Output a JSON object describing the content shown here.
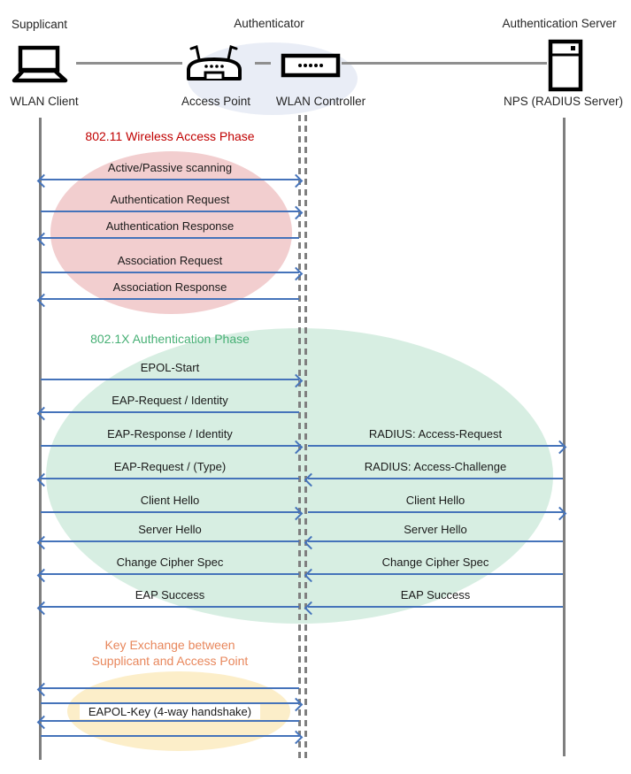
{
  "header": {
    "roles": [
      {
        "label": "Supplicant"
      },
      {
        "label": "Authenticator"
      },
      {
        "label": "Authentication Server"
      }
    ],
    "actors": [
      {
        "label": "WLAN Client",
        "icon": "laptop-icon"
      },
      {
        "label": "Access Point",
        "icon": "access-point-icon"
      },
      {
        "label": "WLAN Controller",
        "icon": "wlan-controller-icon"
      },
      {
        "label": "NPS (RADIUS Server)",
        "icon": "server-icon"
      }
    ]
  },
  "colors": {
    "arrow": "#4573BA",
    "lifeline": "#7F7F7F",
    "phase1_title": "#C00000",
    "phase1_ellipse": "#F2CECF",
    "phase2_title": "#47B075",
    "phase2_ellipse": "#D7EEE2",
    "phase3_title": "#E8875C",
    "phase3_ellipse": "#FCEEC9",
    "authenticator_ellipse": "#E9EDF6"
  },
  "phases": [
    {
      "title": "802.11 Wireless Access Phase",
      "messages": [
        {
          "label": "Active/Passive scanning",
          "direction": "both",
          "segment": "client-controller"
        },
        {
          "label": "Authentication Request",
          "direction": "right",
          "segment": "client-controller"
        },
        {
          "label": "Authentication Response",
          "direction": "left",
          "segment": "client-controller"
        },
        {
          "label": "Association Request",
          "direction": "right",
          "segment": "client-controller"
        },
        {
          "label": "Association Response",
          "direction": "left",
          "segment": "client-controller"
        }
      ]
    },
    {
      "title": "802.1X Authentication Phase",
      "messages": [
        {
          "label": "EPOL-Start",
          "direction": "right",
          "segment": "client-controller"
        },
        {
          "label": "EAP-Request / Identity",
          "direction": "left",
          "segment": "client-controller"
        },
        {
          "label": "EAP-Response / Identity",
          "direction": "right",
          "segment": "client-controller"
        },
        {
          "label": "RADIUS: Access-Request",
          "direction": "right",
          "segment": "controller-server"
        },
        {
          "label": "EAP-Request / (Type)",
          "direction": "left",
          "segment": "client-controller"
        },
        {
          "label": "RADIUS: Access-Challenge",
          "direction": "left",
          "segment": "controller-server"
        },
        {
          "label": "Client Hello",
          "direction": "right",
          "segment": "client-controller"
        },
        {
          "label": "Client Hello",
          "direction": "right",
          "segment": "controller-server"
        },
        {
          "label": "Server Hello",
          "direction": "left",
          "segment": "client-controller"
        },
        {
          "label": "Server Hello",
          "direction": "left",
          "segment": "controller-server"
        },
        {
          "label": "Change Cipher Spec",
          "direction": "left",
          "segment": "client-controller"
        },
        {
          "label": "Change Cipher Spec",
          "direction": "left",
          "segment": "controller-server"
        },
        {
          "label": "EAP Success",
          "direction": "left",
          "segment": "client-controller"
        },
        {
          "label": "EAP Success",
          "direction": "left",
          "segment": "controller-server"
        }
      ]
    },
    {
      "title_lines": [
        "Key Exchange between",
        "Supplicant and Access Point"
      ],
      "group_label": "EAPOL-Key (4-way handshake)",
      "messages": [
        {
          "label": "",
          "direction": "left",
          "segment": "client-controller"
        },
        {
          "label": "",
          "direction": "right",
          "segment": "client-controller"
        },
        {
          "label": "",
          "direction": "left",
          "segment": "client-controller"
        },
        {
          "label": "",
          "direction": "right",
          "segment": "client-controller"
        }
      ]
    }
  ]
}
